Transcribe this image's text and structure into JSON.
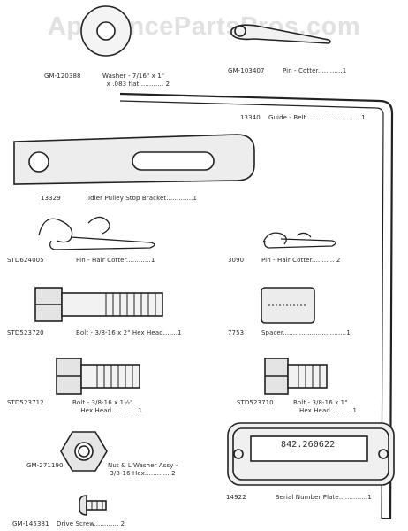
{
  "watermark": "AppliancePartsPros.com",
  "parts": [
    {
      "id": "washer",
      "number": "GM-120388",
      "desc": "Washer - 7/16\" x 1\"\n  x .083 flat............ 2"
    },
    {
      "id": "cotter",
      "number": "GM-103407",
      "desc": "Pin - Cotter............1"
    },
    {
      "id": "guide",
      "number": "13340",
      "desc": "Guide - Belt...........................1"
    },
    {
      "id": "bracket",
      "number": "13329",
      "desc": "Idler Pulley Stop Bracket.............1"
    },
    {
      "id": "hair1",
      "number": "STD624005",
      "desc": "Pin - Hair Cotter............1"
    },
    {
      "id": "hair2",
      "number": "3090",
      "desc": "Pin - Hair Cotter........... 2"
    },
    {
      "id": "bolt1",
      "number": "STD523720",
      "desc": "Bolt - 3/8-16 x 2\" Hex Head.......1"
    },
    {
      "id": "spacer",
      "number": "7753",
      "desc": "Spacer...............................1"
    },
    {
      "id": "bolt2",
      "number": "STD523712",
      "desc": "Bolt - 3/8-16 x 1½\"\n    Hex Head.............1"
    },
    {
      "id": "bolt3",
      "number": "STD523710",
      "desc": "Bolt - 3/8-16 x 1\"\n   Hex Head...........1"
    },
    {
      "id": "nut",
      "number": "GM-271190",
      "desc": "Nut & L'Washer Assy -\n 3/8-16 Hex............ 2"
    },
    {
      "id": "plate",
      "number": "14922",
      "desc": "Serial Number Plate..............1"
    },
    {
      "id": "screw",
      "number": "GM-145381",
      "desc": "Drive Screw............ 2"
    }
  ],
  "plate_serial": "842.260622"
}
